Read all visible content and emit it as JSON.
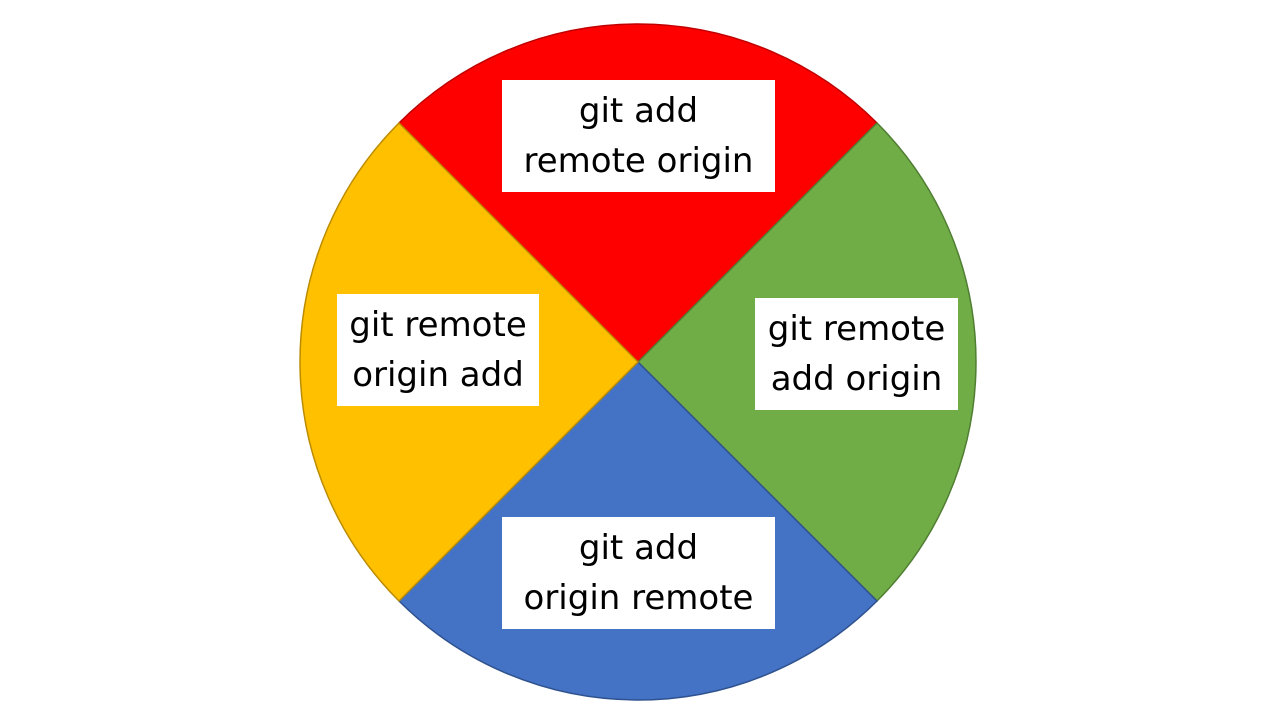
{
  "wheel": {
    "segments": [
      {
        "id": "top",
        "color": "#FF0000",
        "border": "#C00000",
        "lines": [
          "git add",
          "remote origin"
        ]
      },
      {
        "id": "right",
        "color": "#70AD47",
        "border": "#507E32",
        "lines": [
          "git remote",
          "add origin"
        ]
      },
      {
        "id": "bottom",
        "color": "#4472C4",
        "border": "#2F528F",
        "lines": [
          "git add",
          "origin remote"
        ]
      },
      {
        "id": "left",
        "color": "#FFC000",
        "border": "#BC8C00",
        "lines": [
          "git remote",
          "origin add"
        ]
      }
    ]
  }
}
